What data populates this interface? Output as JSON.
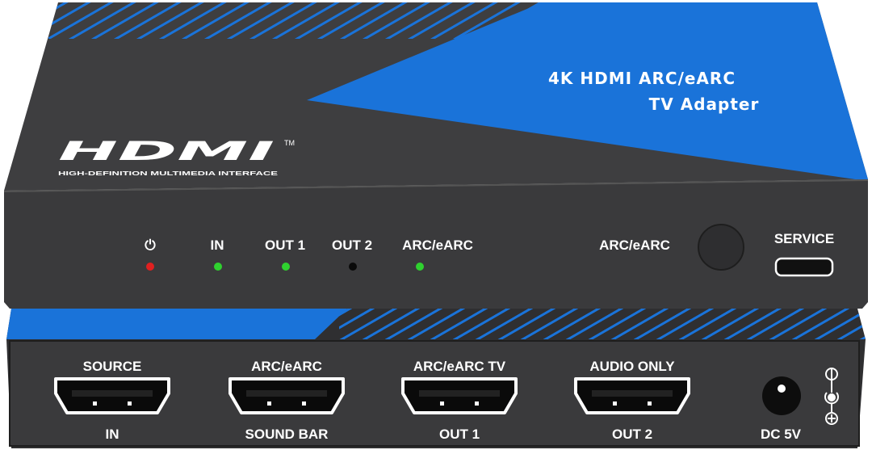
{
  "product": {
    "title_line1": "4K HDMI ARC/eARC",
    "title_line2": "TV Adapter",
    "logo_text": "HDMI",
    "logo_trademark": "TM",
    "logo_tagline": "HIGH-DEFINITION MULTIMEDIA INTERFACE"
  },
  "front_panel": {
    "indicators": [
      {
        "label": "⏻",
        "led_color": "#e02020",
        "icon": "power-icon"
      },
      {
        "label": "IN",
        "led_color": "#2fd12f"
      },
      {
        "label": "OUT 1",
        "led_color": "#2fd12f"
      },
      {
        "label": "OUT 2",
        "led_color": "#0a0a0a"
      },
      {
        "label": "ARC/eARC",
        "led_color": "#2fd12f"
      }
    ],
    "button_label": "ARC/eARC",
    "service_label": "SERVICE"
  },
  "rear_panel": {
    "ports": [
      {
        "top_label": "SOURCE",
        "bottom_label": "IN"
      },
      {
        "top_label": "ARC/eARC",
        "bottom_label": "SOUND BAR"
      },
      {
        "top_label": "ARC/eARC TV",
        "bottom_label": "OUT 1"
      },
      {
        "top_label": "AUDIO ONLY",
        "bottom_label": "OUT 2"
      }
    ],
    "power_label": "DC 5V"
  },
  "colors": {
    "body": "#3b3b3d",
    "accent": "#1a73d9",
    "top": "#404042"
  }
}
